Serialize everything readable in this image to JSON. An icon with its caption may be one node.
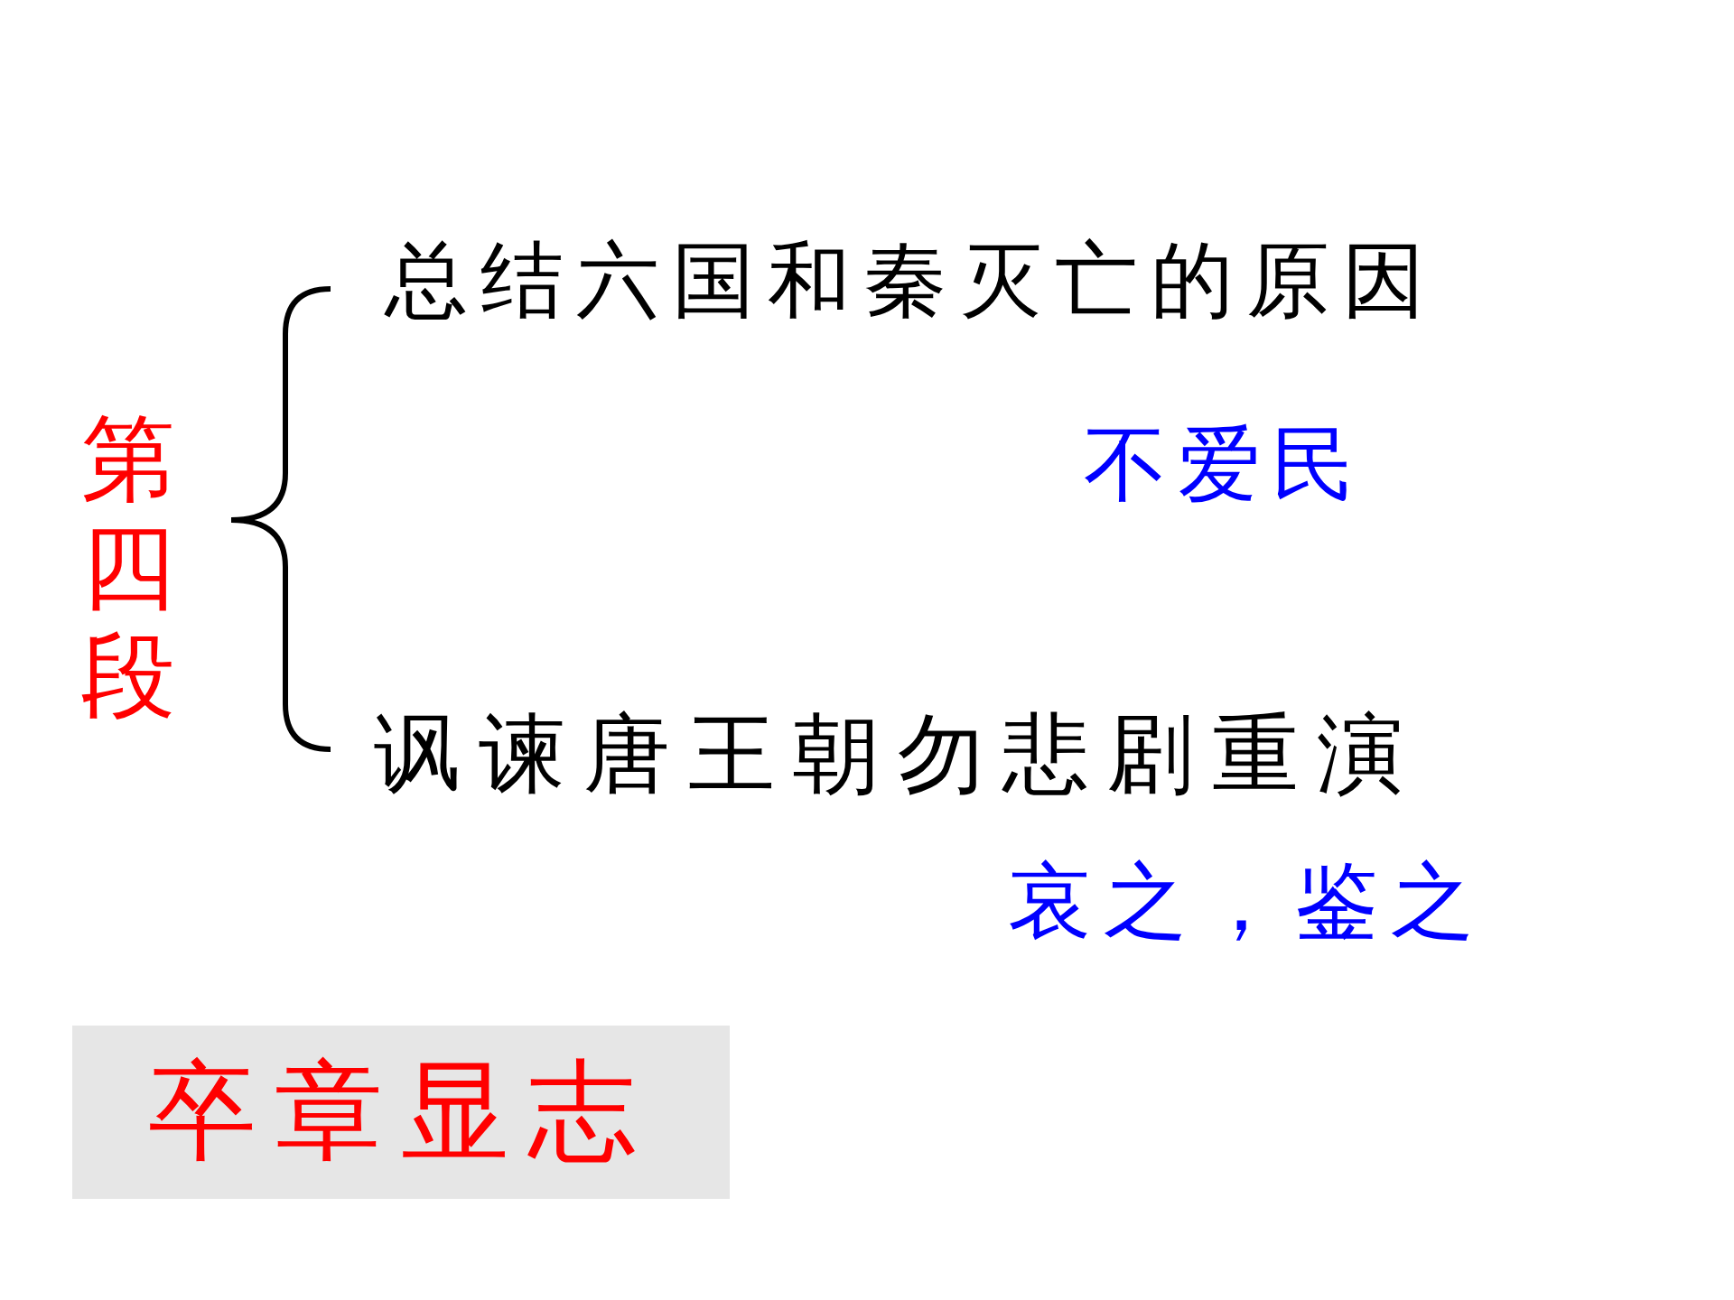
{
  "diagram": {
    "nodes": [
      {
        "text": [
          "卒章显志"
        ]
      }
    ],
    "labels": [
      "第四段",
      "总结六国和秦灭亡的原因",
      "不爱民",
      "讽谏唐王朝勿悲剧重演",
      "哀之，鉴之"
    ]
  }
}
